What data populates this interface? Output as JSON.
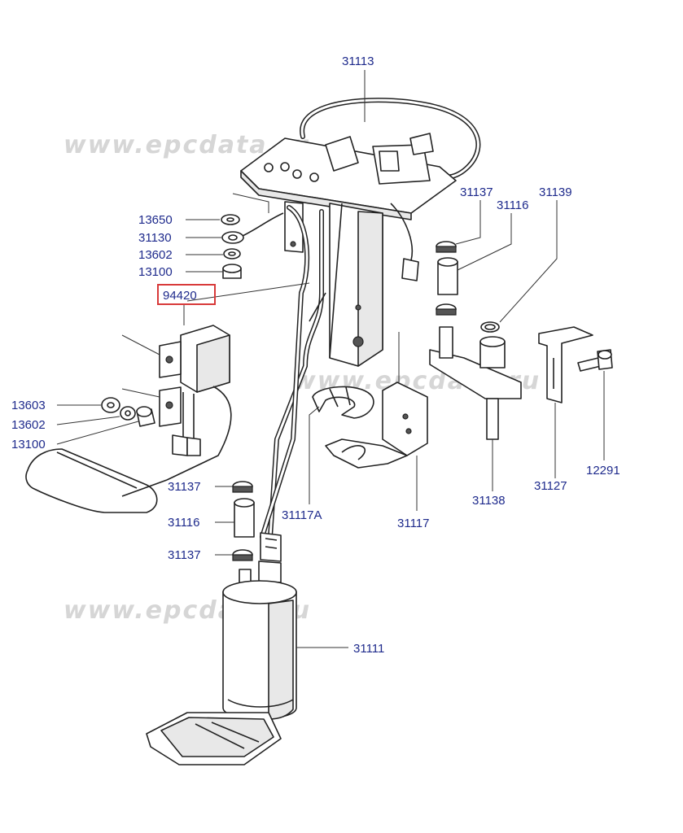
{
  "watermarks": [
    "www.epcdata.ru",
    "www.epcdata.ru",
    "www.epcdata.ru"
  ],
  "labels": {
    "p31113": "31113",
    "p31137_a": "31137",
    "p31116_a": "31116",
    "p31139": "31139",
    "p13650": "13650",
    "p31130": "31130",
    "p13602_a": "13602",
    "p13100_a": "13100",
    "p94420": "94420",
    "p13603": "13603",
    "p13602_b": "13602",
    "p13100_b": "13100",
    "p31137_b": "31137",
    "p31116_b": "31116",
    "p31137_c": "31137",
    "p31117A": "31117A",
    "p31117": "31117",
    "p31138": "31138",
    "p31127": "31127",
    "p12291": "12291",
    "p31111": "31111"
  },
  "highlight_color": "#d83a3a",
  "label_color": "#1e2a8c"
}
